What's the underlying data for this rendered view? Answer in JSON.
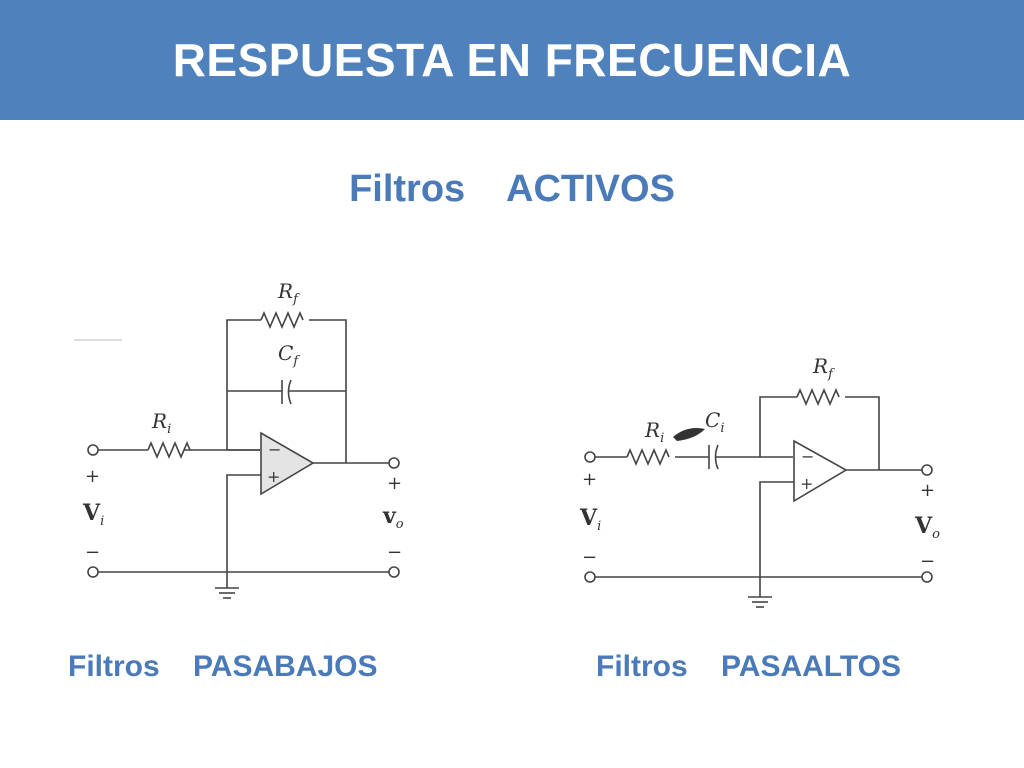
{
  "header": {
    "title": "RESPUESTA EN FRECUENCIA"
  },
  "subtitle": "Filtros    ACTIVOS",
  "lowpass": {
    "caption": "Filtros    PASABAJOS",
    "components": {
      "rf": {
        "main": "R",
        "sub": "f"
      },
      "cf": {
        "main": "C",
        "sub": "f"
      },
      "ri": {
        "main": "R",
        "sub": "i"
      }
    },
    "input": {
      "plus": "+",
      "minus": "−",
      "main": "V",
      "sub": "i"
    },
    "output": {
      "plus": "+",
      "minus": "−",
      "main": "v",
      "sub": "o"
    },
    "opamp": {
      "inv": "−",
      "noninv": "+"
    }
  },
  "highpass": {
    "caption": "Filtros    PASAALTOS",
    "components": {
      "rf": {
        "main": "R",
        "sub": "f"
      },
      "ri": {
        "main": "R",
        "sub": "i"
      },
      "ci": {
        "main": "C",
        "sub": "i"
      }
    },
    "input": {
      "plus": "+",
      "minus": "−",
      "main": "V",
      "sub": "i"
    },
    "output": {
      "plus": "+",
      "minus": "−",
      "main": "V",
      "sub": "o"
    },
    "opamp": {
      "inv": "−",
      "noninv": "+"
    }
  },
  "colors": {
    "header_bg": "#4f81bd",
    "accent_text": "#4a7ab8",
    "ink": "#444444"
  }
}
